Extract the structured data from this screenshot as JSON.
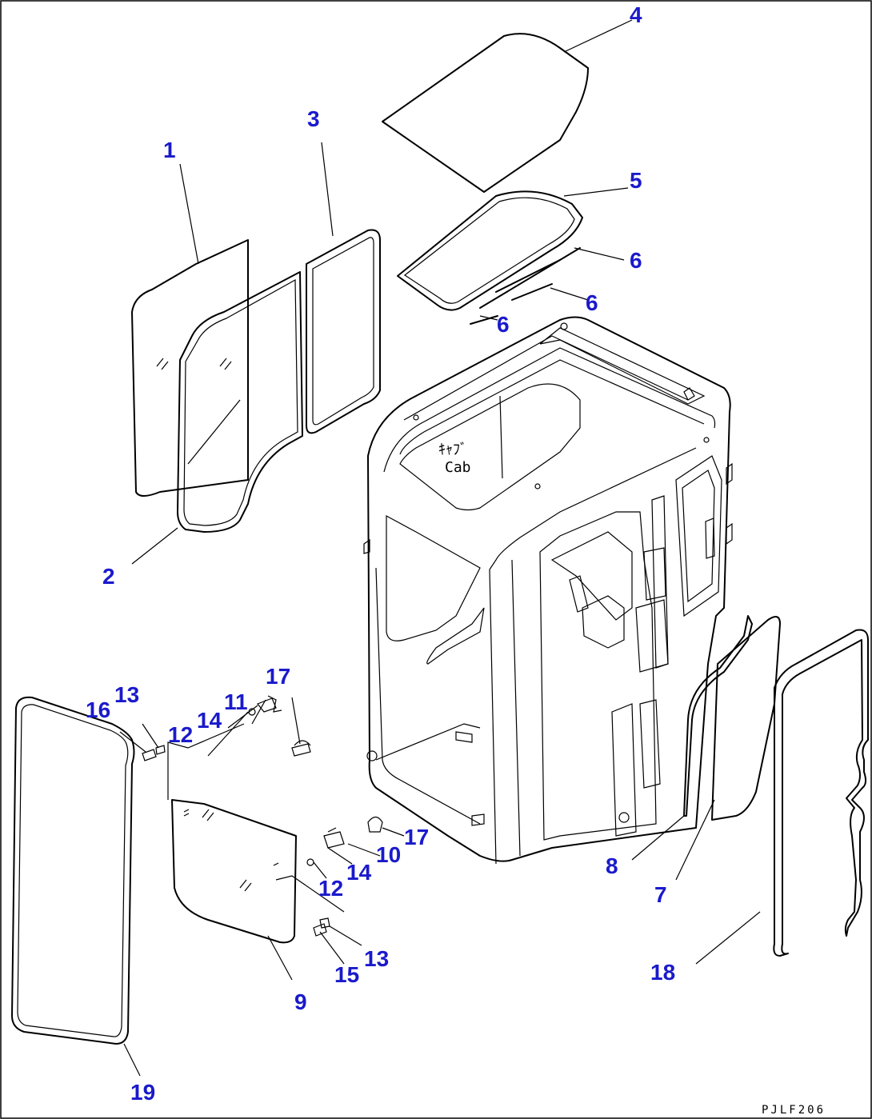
{
  "cab_label_line1": "ｷｬﾌﾞ",
  "cab_label_line2": "Cab",
  "drawing_code": "PJLF206",
  "callout_color": "#1a1acc",
  "callouts": [
    {
      "id": "c1",
      "text": "1"
    },
    {
      "id": "c2",
      "text": "2"
    },
    {
      "id": "c3",
      "text": "3"
    },
    {
      "id": "c4",
      "text": "4"
    },
    {
      "id": "c5",
      "text": "5"
    },
    {
      "id": "c6a",
      "text": "6"
    },
    {
      "id": "c6b",
      "text": "6"
    },
    {
      "id": "c6c",
      "text": "6"
    },
    {
      "id": "c7",
      "text": "7"
    },
    {
      "id": "c8",
      "text": "8"
    },
    {
      "id": "c9",
      "text": "9"
    },
    {
      "id": "c10",
      "text": "10"
    },
    {
      "id": "c11",
      "text": "11"
    },
    {
      "id": "c12a",
      "text": "12"
    },
    {
      "id": "c12b",
      "text": "12"
    },
    {
      "id": "c13a",
      "text": "13"
    },
    {
      "id": "c13b",
      "text": "13"
    },
    {
      "id": "c14a",
      "text": "14"
    },
    {
      "id": "c14b",
      "text": "14"
    },
    {
      "id": "c15",
      "text": "15"
    },
    {
      "id": "c16",
      "text": "16"
    },
    {
      "id": "c17a",
      "text": "17"
    },
    {
      "id": "c17b",
      "text": "17"
    },
    {
      "id": "c18",
      "text": "18"
    },
    {
      "id": "c19",
      "text": "19"
    }
  ]
}
